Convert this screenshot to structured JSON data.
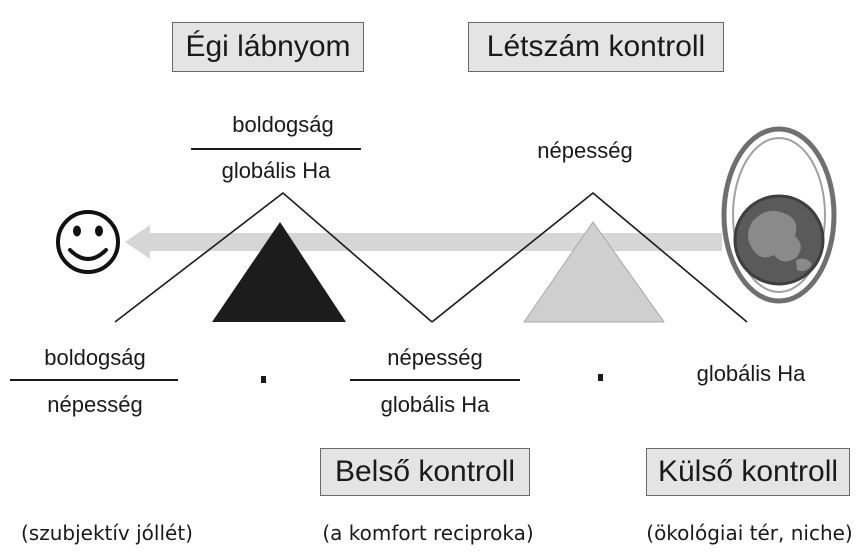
{
  "boxes": {
    "egi_labnyom": "Égi lábnyom",
    "letszam_kontroll": "Létszám kontroll",
    "belso_kontroll": "Belső kontroll",
    "kulso_kontroll": "Külső kontroll"
  },
  "fractions": {
    "top_left": {
      "numerator": "boldogság",
      "denominator": "globális Ha"
    },
    "top_middle": {
      "label": "népesség"
    },
    "bottom_left": {
      "numerator": "boldogság",
      "denominator": "népesség"
    },
    "bottom_middle": {
      "numerator": "népesség",
      "denominator": "globális Ha"
    },
    "bottom_right": {
      "label": "globális Ha"
    }
  },
  "operators": {
    "multiply_1": "·",
    "multiply_2": "·"
  },
  "notes": {
    "left": "(szubjektív jóllét)",
    "middle": "(a komfort reciproka)",
    "right": "(ökológiai tér, niche)"
  },
  "icons": [
    "smiley-face-icon",
    "earth-in-egg-icon",
    "dark-triangle",
    "light-triangle",
    "left-arrow"
  ],
  "colors": {
    "dark_triangle": "#1c1c1c",
    "light_triangle": "#cfcfcf",
    "arrow": "#d6d6d6",
    "egg_ring": "#6f6f6f",
    "earth": "#5a5a5a"
  }
}
